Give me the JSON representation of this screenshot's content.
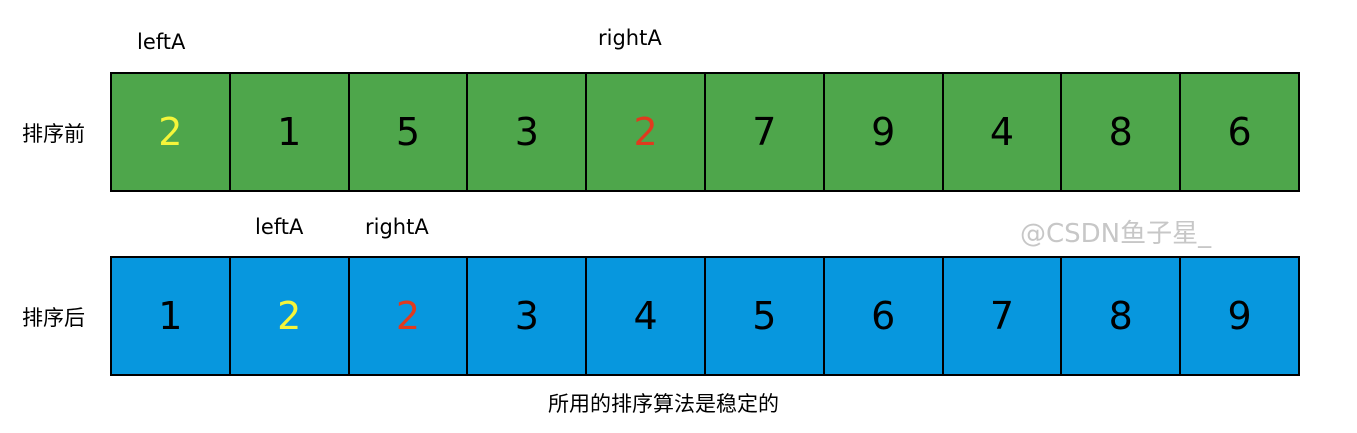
{
  "before": {
    "label": "排序前",
    "markers": {
      "left": "leftA",
      "right": "rightA"
    },
    "values": [
      "2",
      "1",
      "5",
      "3",
      "2",
      "7",
      "9",
      "4",
      "8",
      "6"
    ],
    "colors": [
      "#f5f53a",
      "#000000",
      "#000000",
      "#000000",
      "#e03a1e",
      "#000000",
      "#000000",
      "#000000",
      "#000000",
      "#000000"
    ],
    "background": "#4ea64b"
  },
  "after": {
    "label": "排序后",
    "markers": {
      "left": "leftA",
      "right": "rightA"
    },
    "values": [
      "1",
      "2",
      "2",
      "3",
      "4",
      "5",
      "6",
      "7",
      "8",
      "9"
    ],
    "colors": [
      "#000000",
      "#f5f53a",
      "#e03a1e",
      "#000000",
      "#000000",
      "#000000",
      "#000000",
      "#000000",
      "#000000",
      "#000000"
    ],
    "background": "#0797de"
  },
  "watermark": "@CSDN鱼子星_",
  "caption": "所用的排序算法是稳定的"
}
